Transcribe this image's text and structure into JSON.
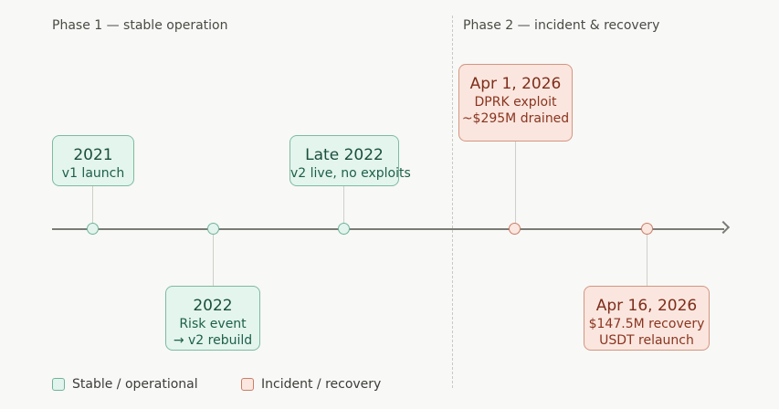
{
  "phases": {
    "phase_1": "Phase 1 — stable operation",
    "phase_2": "Phase 2 — incident & recovery"
  },
  "colors": {
    "stable_fill": "#e4f5ee",
    "stable_border": "#7cbba0",
    "incident_fill": "#fae6de",
    "incident_border": "#d49580",
    "axis": "#7b7b76"
  },
  "events": [
    {
      "title": "2021",
      "lines": [
        "v1 launch"
      ],
      "status": "stable"
    },
    {
      "title": "2022",
      "lines": [
        "Risk event",
        "→ v2 rebuild"
      ],
      "status": "stable"
    },
    {
      "title": "Late 2022",
      "lines": [
        "v2 live, no exploits"
      ],
      "status": "stable"
    },
    {
      "title": "Apr 1, 2026",
      "lines": [
        "DPRK exploit",
        "~$295M drained"
      ],
      "status": "incident"
    },
    {
      "title": "Apr 16, 2026",
      "lines": [
        "$147.5M recovery",
        "USDT relaunch"
      ],
      "status": "incident"
    }
  ],
  "legend": {
    "stable_label": "Stable / operational",
    "incident_label": "Incident / recovery"
  }
}
